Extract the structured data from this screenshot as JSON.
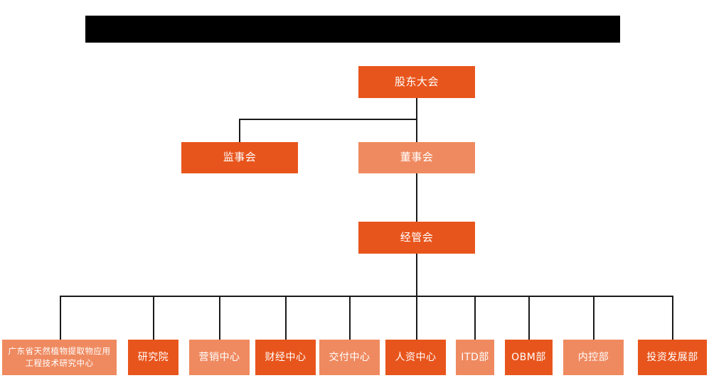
{
  "page": {
    "title_bar": {
      "name": "redacted-title-bar",
      "text": ""
    },
    "background_color": "#ffffff",
    "line_color": "#1a1a1a",
    "colors": {
      "accent_dark": "#e8551c",
      "accent_light": "#ef8a60",
      "text": "#ffffff",
      "redaction": "#000000"
    }
  },
  "org_chart": {
    "type": "organization-chart",
    "levels": [
      {
        "level": 1,
        "nodes": [
          {
            "id": "shareholders-meeting",
            "label": "股东大会",
            "tone": "dark"
          }
        ]
      },
      {
        "level": 2,
        "nodes": [
          {
            "id": "board-of-supervisors",
            "label": "监事会",
            "tone": "dark"
          },
          {
            "id": "board-of-directors",
            "label": "董事会",
            "tone": "light"
          }
        ]
      },
      {
        "level": 3,
        "nodes": [
          {
            "id": "management-committee",
            "label": "经管会",
            "tone": "dark"
          }
        ]
      },
      {
        "level": 4,
        "nodes": [
          {
            "id": "guangdong-research-center",
            "label": "广东省天然植物提取物应用工程技术研究中心",
            "tone": "light"
          },
          {
            "id": "research-institute",
            "label": "研究院",
            "tone": "dark"
          },
          {
            "id": "marketing-center",
            "label": "营销中心",
            "tone": "light"
          },
          {
            "id": "finance-center",
            "label": "财经中心",
            "tone": "dark"
          },
          {
            "id": "delivery-center",
            "label": "交付中心",
            "tone": "light"
          },
          {
            "id": "hr-center",
            "label": "人资中心",
            "tone": "dark"
          },
          {
            "id": "itd-department",
            "label": "ITD部",
            "tone": "light"
          },
          {
            "id": "obm-department",
            "label": "OBM部",
            "tone": "dark"
          },
          {
            "id": "internal-control-department",
            "label": "内控部",
            "tone": "light"
          },
          {
            "id": "investment-development-department",
            "label": "投资发展部",
            "tone": "dark"
          }
        ]
      }
    ]
  }
}
